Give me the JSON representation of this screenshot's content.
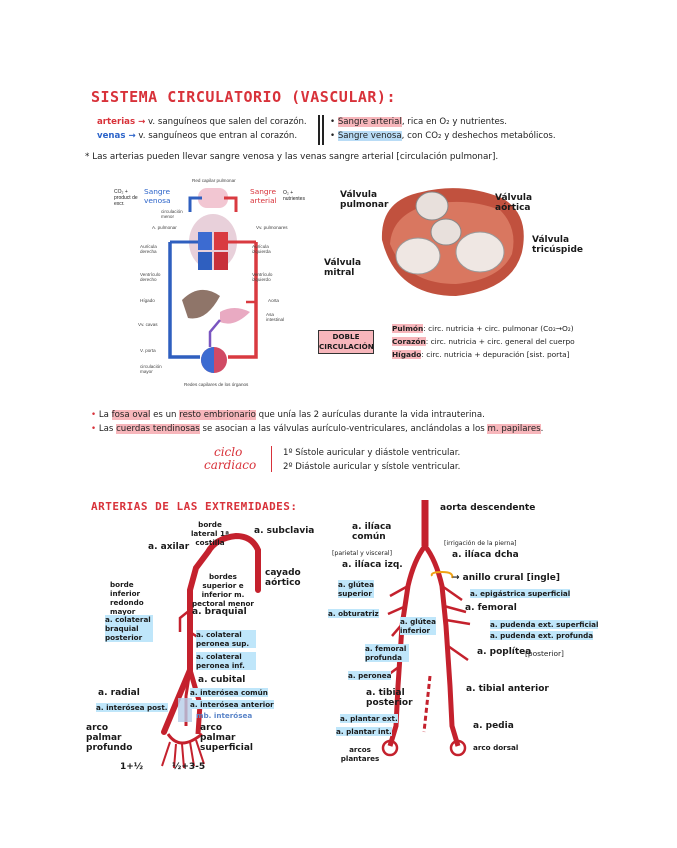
{
  "title": "SISTEMA CIRCULATORIO (VASCULAR):",
  "intro": {
    "arterias_word": "arterias →",
    "arterias_def": "v. sanguíneos que salen del corazón.",
    "venas_word": "venas →",
    "venas_def": "v. sanguíneos que entran al corazón.",
    "sangre_arterial": "Sangre arterial",
    "sangre_arterial_def": ", rica en O₂ y nutrientes.",
    "sangre_venosa": "Sangre venosa",
    "sangre_venosa_def": ", con CO₂ y deshechos metabólicos.",
    "note": "* Las arterias pueden llevar sangre venosa y las venas sangre arterial [circulación pulmonar]."
  },
  "circ_diagram": {
    "top_label": "Red capilar pulmonar",
    "co2_label": "CO₂ + product de excr.",
    "sangre_venosa": "Sangre venosa",
    "sangre_arterial": "Sangre arterial",
    "o2_label": "O₂ + nutrientes",
    "circ_menor": "circulación menor",
    "a_pulmonar": "A. pulmonar",
    "vv_pulmonares": "Vv. pulmonares",
    "auricula_derecha": "Aurícula derecha",
    "auricula_izquierda": "Aurícula izquierda",
    "ventriculo_derecho": "Ventrículo derecho",
    "ventriculo_izquierdo": "Ventrículo izquierdo",
    "higado": "Hígado",
    "aorta": "Aorta",
    "vv_cavas": "Vv. cavas",
    "asa_intestinal": "Asa intestinal",
    "v_porta": "V. porta",
    "circ_mayor": "circulación mayor",
    "bottom_label": "Redes capilares de los órganos"
  },
  "valves": {
    "pulmonar": "Válvula pulmonar",
    "aortica": "Válvula aórtica",
    "mitral": "Válvula mitral",
    "tricuspide": "Válvula tricúspide"
  },
  "doble": {
    "box": "DOBLE CIRCULACIÓN",
    "pulmon_k": "Pulmón",
    "pulmon_v": ": circ. nutricia + circ. pulmonar (Co₂→O₂)",
    "corazon_k": "Corazón",
    "corazon_v": ": circ. nutricia + circ. general del cuerpo",
    "higado_k": "Hígado",
    "higado_v": ": circ. nutricia + depuración",
    "higado_tag": "[sist. porta]"
  },
  "bullets": {
    "b1_a": "La ",
    "b1_fosa": "fosa oval",
    "b1_b": " es un ",
    "b1_resto": "resto embrionario",
    "b1_c": " que unía las 2 aurículas durante la vida intrauterina.",
    "b2_a": "Las ",
    "b2_cuerdas": "cuerdas tendinosas",
    "b2_b": " se asocian a las válvulas aurículo-ventriculares, anclándolas a los ",
    "b2_m": "m. papilares",
    "b2_c": "."
  },
  "ciclo": {
    "ciclo": "ciclo",
    "cardiaco": "cardiaco",
    "l1": "1º Sístole auricular y diástole ventricular.",
    "l2": "2º Diástole auricular y sístole ventricular."
  },
  "arterias_title": "ARTERIAS DE LAS EXTREMIDADES:",
  "upper": {
    "borde_lat": "borde lateral 1ª costilla",
    "subclavia": "a. subclavia",
    "axilar": "a. axilar",
    "bordes": "bordes superior e inferior m. pectoral menor",
    "cayado": "cayado aórtico",
    "borde_inf": "borde inferior redondo mayor",
    "braquial": "a. braquial",
    "colateral_braq": "a. colateral braquial posterior",
    "colateral_sup": "a. colateral peronea sup.",
    "colateral_inf": "a. colateral peronea inf.",
    "cubital": "a. cubital",
    "radial": "a. radial",
    "interosea_comun": "a. interósea común",
    "interosea_post": "a. interósea post.",
    "interosea_ant": "a. interósea anterior",
    "mb_interosea": "mb. interósea",
    "arco_prof": "arco palmar profundo",
    "arco_sup": "arco palmar superficial",
    "frac_left": "1+½",
    "frac_right": "½+3-5"
  },
  "lower": {
    "aorta_desc": "aorta descendente",
    "iliaca_comun": "a. ilíaca común",
    "parietal": "[parietal y visceral]",
    "irrigacion": "[irrigación de la pierna]",
    "iliaca_dcha": "a. ilíaca dcha",
    "iliaca_izq": "a. ilíaca izq.",
    "anillo": "→ anillo crural [ingle]",
    "glutea_sup": "a. glútea superior",
    "epigastrica": "a. epigástrica superficial",
    "obturatriz": "a. obturatriz",
    "femoral": "a. femoral",
    "glutea_inf": "a. glútea inferior",
    "pudenda_sup": "a. pudenda ext. superficial",
    "pudenda_prof": "a. pudenda ext. profunda",
    "femoral_prof": "a. femoral profunda",
    "poplitea": "a. poplítea",
    "posterior_tag": "[posterior]",
    "peronea": "a. peronea",
    "tibial_post": "a. tibial posterior",
    "tibial_ant": "a. tibial anterior",
    "plantar_ext": "a. plantar ext.",
    "plantar_int": "a. plantar int.",
    "pedia": "a. pedia",
    "arcos": "arcos plantares",
    "arco_dorsal": "arco dorsal"
  }
}
